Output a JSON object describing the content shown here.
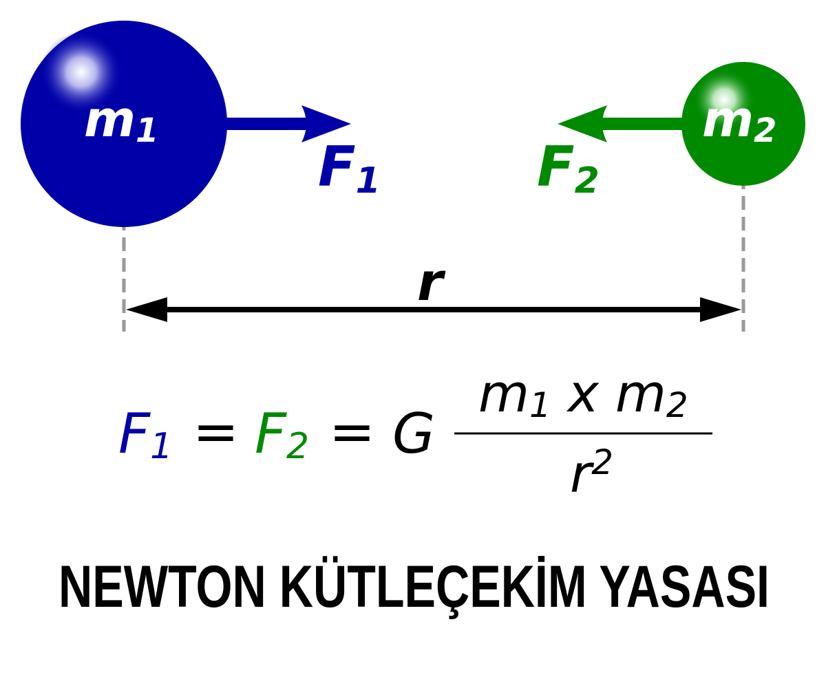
{
  "colors": {
    "mass1": "#0000a8",
    "mass2": "#008a00",
    "dashed": "#999999",
    "text": "#000000"
  },
  "mass1": {
    "symbol": "m",
    "subscript": "1"
  },
  "mass2": {
    "symbol": "m",
    "subscript": "2"
  },
  "force1": {
    "symbol": "F",
    "subscript": "1"
  },
  "force2": {
    "symbol": "F",
    "subscript": "2"
  },
  "distance": {
    "symbol": "r"
  },
  "formula": {
    "f1": "F",
    "f1_sub": "1",
    "eq1": "=",
    "f2": "F",
    "f2_sub": "2",
    "eq2": "=",
    "constant": "G",
    "num_m1": "m",
    "num_m1_sub": "1",
    "times": "x",
    "num_m2": "m",
    "num_m2_sub": "2",
    "den_r": "r",
    "den_exp": "2"
  },
  "title": "NEWTON KÜTLEÇEKİM YASASI"
}
